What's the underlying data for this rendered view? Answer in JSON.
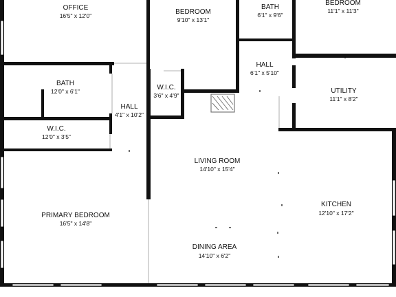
{
  "colors": {
    "wall": "#111111",
    "window_fill": "#ffffff",
    "fireplace": "#777777",
    "background": "#ffffff"
  },
  "rooms": [
    {
      "id": "office",
      "name": "OFFICE",
      "dims": "16'5\" x 12'0\""
    },
    {
      "id": "bedroom-center",
      "name": "BEDROOM",
      "dims": "9'10\" x 13'1\""
    },
    {
      "id": "bath-top",
      "name": "BATH",
      "dims": "6'1\" x 9'6\""
    },
    {
      "id": "bedroom-right",
      "name": "BEDROOM",
      "dims": "11'1\" x 11'3\""
    },
    {
      "id": "hall-right",
      "name": "HALL",
      "dims": "6'1\" x 5'10\""
    },
    {
      "id": "bath-left",
      "name": "BATH",
      "dims": "12'0\" x 6'1\""
    },
    {
      "id": "wic-center",
      "name": "W.I.C.",
      "dims": "3'6\" x 4'9\""
    },
    {
      "id": "utility",
      "name": "UTILITY",
      "dims": "11'1\" x 8'2\""
    },
    {
      "id": "hall-left",
      "name": "HALL",
      "dims": "4'1\" x 10'2\""
    },
    {
      "id": "wic-left",
      "name": "W.I.C.",
      "dims": "12'0\" x 3'5\""
    },
    {
      "id": "living-room",
      "name": "LIVING ROOM",
      "dims": "14'10\" x 15'4\""
    },
    {
      "id": "kitchen",
      "name": "KITCHEN",
      "dims": "12'10\" x 17'2\""
    },
    {
      "id": "primary-bedroom",
      "name": "PRIMARY BEDROOM",
      "dims": "16'5\" x 14'8\""
    },
    {
      "id": "dining-area",
      "name": "DINING AREA",
      "dims": "14'10\" x 6'2\""
    }
  ]
}
